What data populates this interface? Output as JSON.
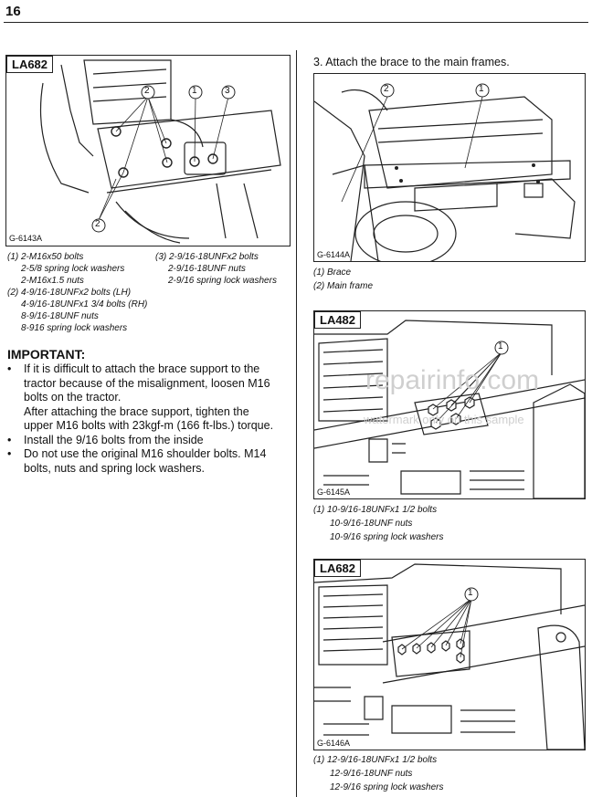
{
  "page_number": "16",
  "fig1": {
    "tag": "LA682",
    "id": "G-6143A",
    "callouts": [
      "2",
      "1",
      "3",
      "2"
    ],
    "captions": [
      "(1) 2-M16x50 bolts",
      "2-5/8 spring lock washers",
      "2-M16x1.5 nuts",
      "(2) 4-9/16-18UNFx2 bolts (LH)",
      "4-9/16-18UNFx1 3/4 bolts (RH)",
      "8-9/16-18UNF nuts",
      "8-916 spring lock washers"
    ],
    "captions_right": [
      "(3) 2-9/16-18UNFx2 bolts",
      "2-9/16-18UNF nuts",
      "2-9/16 spring lock washers"
    ]
  },
  "important": {
    "title": "IMPORTANT:",
    "bullets": [
      {
        "lines": [
          "If it is difficult to attach the brace support to the",
          "tractor because of the misalignment, loosen M16",
          "bolts on the tractor.",
          "After attaching the brace support, tighten the",
          "upper M16 bolts with 23kgf-m (166 ft-lbs.) torque."
        ]
      },
      {
        "lines": [
          "Install the 9/16 bolts from the inside"
        ]
      },
      {
        "lines": [
          "Do not use the original M16 shoulder bolts. M14",
          "bolts, nuts and spring lock washers."
        ]
      }
    ]
  },
  "step3": "3.  Attach the brace to the main frames.",
  "fig2": {
    "id": "G-6144A",
    "callouts": [
      "2",
      "1"
    ],
    "captions": [
      "(1)  Brace",
      "(2)  Main frame"
    ]
  },
  "fig3": {
    "tag": "LA482",
    "id": "G-6145A",
    "callout": "1",
    "captions": [
      "(1)  10-9/16-18UNFx1 1/2 bolts",
      "10-9/16-18UNF nuts",
      "10-9/16 spring lock washers"
    ]
  },
  "fig4": {
    "tag": "LA682",
    "id": "G-6146A",
    "callout": "1",
    "captions": [
      "(1)  12-9/16-18UNFx1 1/2 bolts",
      "12-9/16-18UNF nuts",
      "12-9/16 spring lock washers"
    ]
  },
  "watermark": {
    "line1": "repairinfo.com",
    "line2": "watermark only on this sample"
  }
}
